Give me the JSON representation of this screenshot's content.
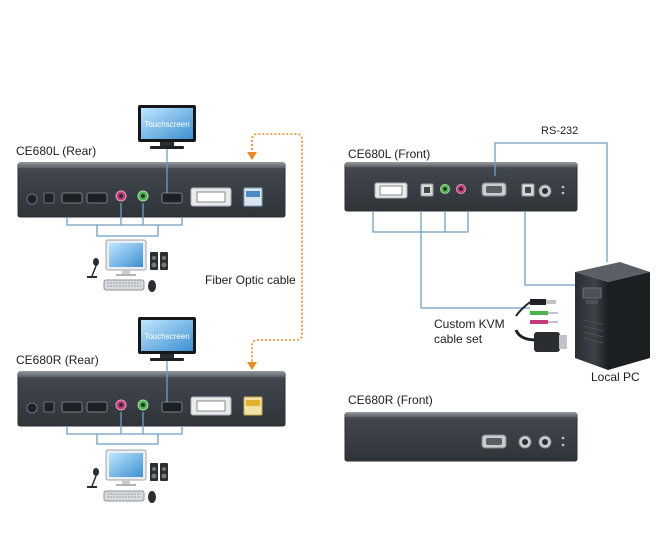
{
  "labels": {
    "ce680l_rear": "CE680L (Rear)",
    "ce680r_rear": "CE680R (Rear)",
    "ce680l_front": "CE680L (Front)",
    "ce680r_front": "CE680R (Front)",
    "fiber_optic_cable": "Fiber Optic cable",
    "custom_kvm_line1": "Custom KVM",
    "custom_kvm_line2": "cable set",
    "rs232": "RS-232",
    "local_pc": "Local PC",
    "touchscreen_1": "Touchscreen",
    "touchscreen_2": "Touchscreen"
  },
  "colors": {
    "device_body": "#3a3f44",
    "device_edge": "#5b6167",
    "cable_blue": "#6f9ec0",
    "fiber_orange": "#e8892a",
    "text": "#1e1e1e"
  },
  "icons": [
    "touchscreen-monitor-icon",
    "monitor-icon",
    "speaker-icon",
    "microphone-icon",
    "keyboard-icon",
    "mouse-icon",
    "tower-pc-icon",
    "connector-plug-icon"
  ]
}
